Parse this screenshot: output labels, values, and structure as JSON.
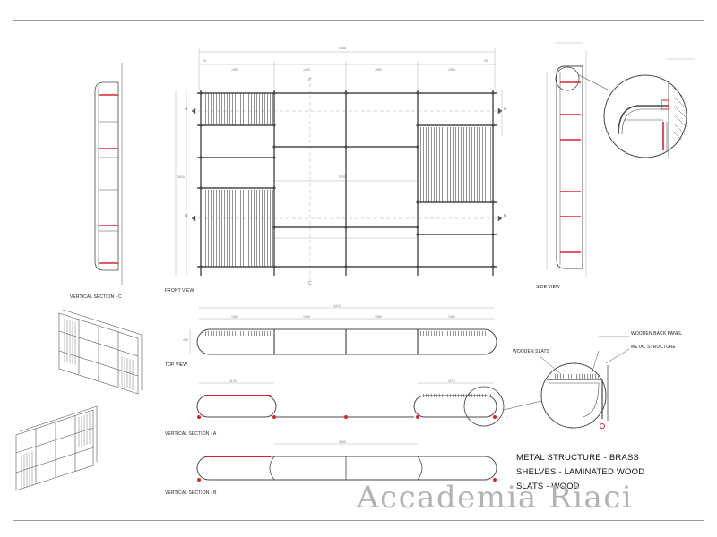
{
  "views": {
    "vertical_section_c": "VERTICAL SECTION - C",
    "front_view": "FRONT VIEW",
    "side_view": "SIDE VIEW",
    "top_view": "TOP VIEW",
    "vertical_section_a": "VERTICAL SECTION - A",
    "vertical_section_b": "VERTICAL SECTION - B"
  },
  "callouts": {
    "wooden_back_panel": "WOODEN BACK PANEL",
    "metal_structure": "METAL STRUCTURE",
    "wooden_slats": "WOODEN SLATS"
  },
  "markers": {
    "a": "A",
    "b": "B",
    "c": "C"
  },
  "dimensions": {
    "overall_width": "4288",
    "overall_width_top": "4410",
    "bay_width": "1050",
    "post_gap": "25",
    "overall_height": "2615",
    "middle_span": "3700",
    "lower_span": "3299",
    "slat_run": "1176",
    "depth": "420"
  },
  "materials": [
    "METAL STRUCTURE - BRASS",
    "SHELVES - LAMINATED WOOD",
    "SLATS - WOOD"
  ],
  "colors": {
    "line": "#4a4a4a",
    "highlight": "#e0202a",
    "hatch": "#777777"
  },
  "watermark": "Accademia Riaci"
}
